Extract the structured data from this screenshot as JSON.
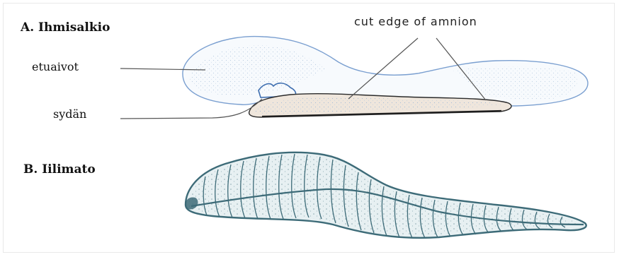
{
  "panel_a": {
    "title": "A. Ihmisalkio",
    "labels": {
      "forebrain": "etuaivot",
      "heart": "sydän",
      "amnion": "cut edge of amnion"
    }
  },
  "panel_b": {
    "title": "B. Iilimato"
  },
  "colors": {
    "outline_blue": "#7a9fd0",
    "line_gray": "#555555",
    "leech_teal": "#3d6b78",
    "leech_fill": "#e7f0f2",
    "stipple": "#9fb9d6",
    "embryo_body_fill": "#efe6dc"
  }
}
